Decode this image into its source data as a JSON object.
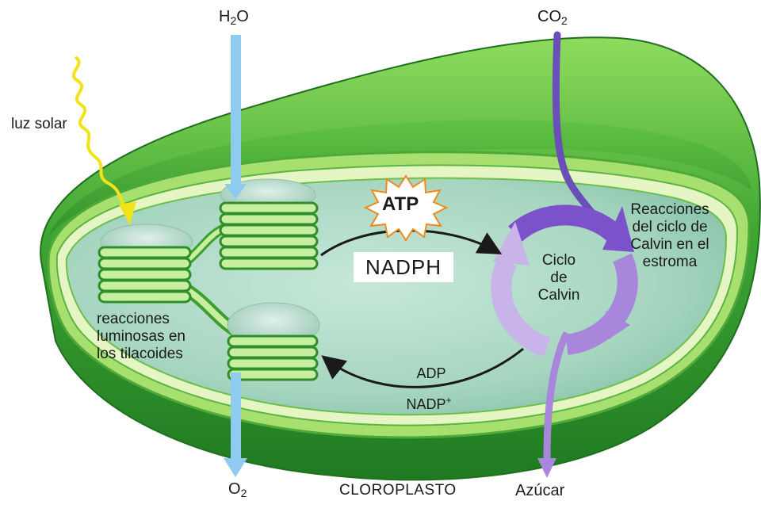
{
  "labels": {
    "water": {
      "main": "H",
      "sub": "2",
      "tail": "O"
    },
    "co2": {
      "main": "CO",
      "sub": "2"
    },
    "o2": {
      "main": "O",
      "sub": "2"
    },
    "sunlight": "luz solar",
    "atp": "ATP",
    "nadph": "NADPH",
    "adp": "ADP",
    "nadp": {
      "main": "NADP",
      "sup": "+"
    },
    "light_reactions": [
      "reacciones",
      "luminosas en",
      "los tilacoides"
    ],
    "calvin_reactions": [
      "Reacciones",
      "del ciclo de",
      "Calvin en el",
      "estroma"
    ],
    "calvin_cycle": [
      "Ciclo",
      "de",
      "Calvin"
    ],
    "chloroplast": "CLOROPLASTO",
    "sugar": "Azúcar"
  },
  "colors": {
    "membrane_dark": "#2f8f2a",
    "membrane_light": "#7fd35a",
    "stroma": "#a9d8c4",
    "thylakoid": "#6fcf4f",
    "water_arrow": "#8ecbee",
    "co2_arrow": "#6a4fb8",
    "calvin_light": "#c9b4ea",
    "calvin_dark": "#7b52c9",
    "sunlight": "#f2e21a",
    "atp_burst": "#ef8a1c"
  }
}
